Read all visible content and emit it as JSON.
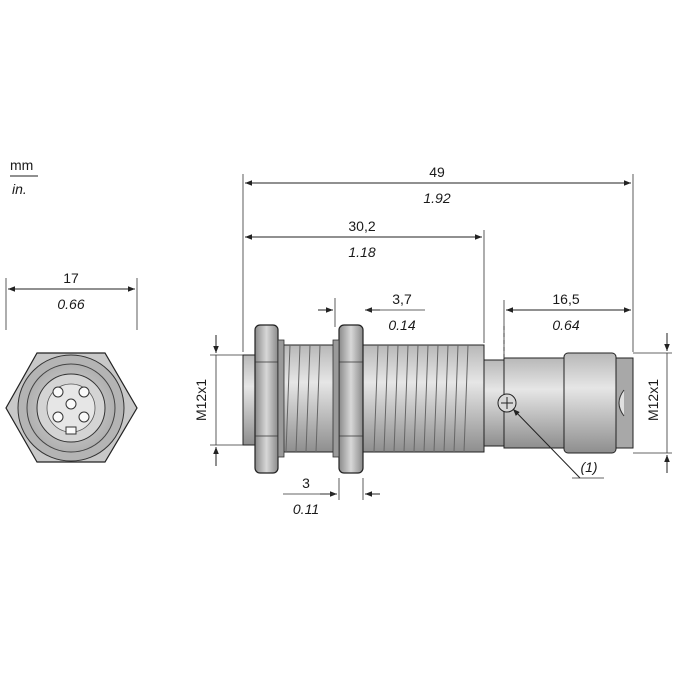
{
  "units": {
    "metric": "mm",
    "imperial": "in."
  },
  "overall_length": {
    "mm": "49",
    "in": "1.92"
  },
  "thread_length": {
    "mm": "30,2",
    "in": "1.18"
  },
  "nut_gap": {
    "mm": "3,7",
    "in": "0.14"
  },
  "connector_length": {
    "mm": "16,5",
    "in": "0.64"
  },
  "nut_thickness": {
    "mm": "3",
    "in": "0.11"
  },
  "hex_width": {
    "mm": "17",
    "in": "0.66"
  },
  "thread_spec_left": "M12x1",
  "thread_spec_right": "M12x1",
  "callout": "(1)"
}
